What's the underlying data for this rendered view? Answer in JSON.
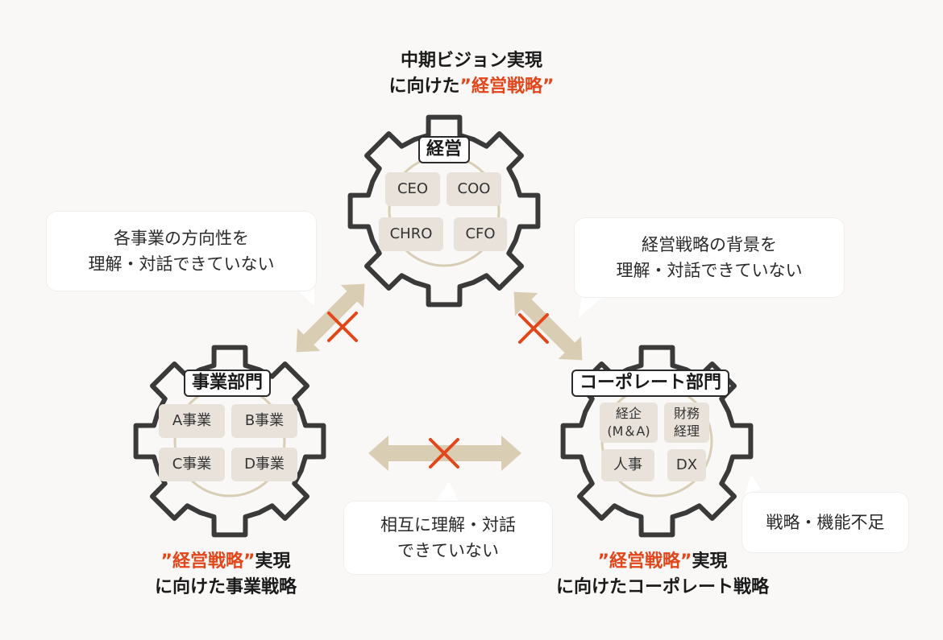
{
  "top_caption": {
    "line1": "中期ビジョン実現",
    "line2_prefix": "に向けた",
    "line2_em": "”経営戦略”"
  },
  "left_caption": {
    "line1_em": "”経営戦略”",
    "line1_suffix": "実現",
    "line2": "に向けた事業戦略"
  },
  "right_caption": {
    "line1_em": "”経営戦略”",
    "line1_suffix": "実現",
    "line2": "に向けたコーポレート戦略"
  },
  "gears": {
    "management": {
      "label": "経営",
      "roles": [
        "CEO",
        "COO",
        "CHRO",
        "CFO"
      ]
    },
    "business": {
      "label": "事業部門",
      "roles": [
        "A事業",
        "B事業",
        "C事業",
        "D事業"
      ]
    },
    "corporate": {
      "label": "コーポレート部門",
      "roles": [
        "経企\n(M＆A)",
        "財務\n経理",
        "人事",
        "DX"
      ]
    }
  },
  "bubbles": {
    "left": {
      "line1": "各事業の方向性を",
      "line2": "理解・対話できていない"
    },
    "right": {
      "line1": "経営戦略の背景を",
      "line2": "理解・対話できていない"
    },
    "bottom": {
      "line1": "相互に理解・対話",
      "line2": "できていない"
    },
    "corner": {
      "line1": "戦略・機能不足"
    }
  },
  "icons": [
    "gear-icon",
    "double-arrow-icon",
    "cross-icon"
  ],
  "colors": {
    "accent": "#e2461b",
    "arrow": "#d9ceb4",
    "gear_stroke": "#3a3a3a",
    "inner_ring": "#d8cdb5",
    "role_bg": "#e8e2da"
  }
}
